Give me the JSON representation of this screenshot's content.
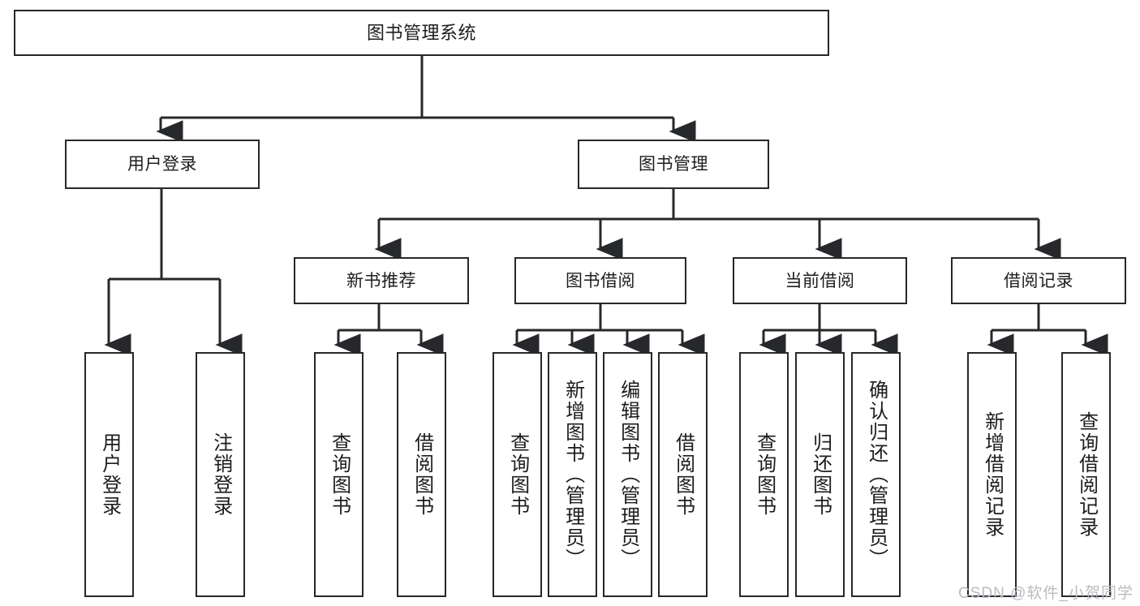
{
  "diagram": {
    "title": "图书管理系统",
    "watermark": "CSDN @软件_小贺同学",
    "stroke_color": "#26282b",
    "text_color": "#1b1d1f",
    "background": "#ffffff",
    "watermark_color": "#b9bcc0"
  },
  "nodes": {
    "root": {
      "label": "图书管理系统"
    },
    "level2": [
      {
        "label": "用户登录"
      },
      {
        "label": "图书管理"
      }
    ],
    "level3": [
      {
        "label": "新书推荐"
      },
      {
        "label": "图书借阅"
      },
      {
        "label": "当前借阅"
      },
      {
        "label": "借阅记录"
      }
    ],
    "leaves": [
      {
        "label": "用户登录"
      },
      {
        "label": "注销登录"
      },
      {
        "label": "查询图书"
      },
      {
        "label": "借阅图书"
      },
      {
        "label": "查询图书"
      },
      {
        "label": "新增图书（管理员）"
      },
      {
        "label": "编辑图书（管理员）"
      },
      {
        "label": "借阅图书"
      },
      {
        "label": "查询图书"
      },
      {
        "label": "归还图书"
      },
      {
        "label": "确认归还（管理员）"
      },
      {
        "label": "新增借阅记录"
      },
      {
        "label": "查询借阅记录"
      }
    ]
  },
  "tree": {
    "root": "图书管理系统",
    "children": [
      {
        "label": "用户登录",
        "children": [
          {
            "label": "用户登录"
          },
          {
            "label": "注销登录"
          }
        ]
      },
      {
        "label": "图书管理",
        "children": [
          {
            "label": "新书推荐",
            "children": [
              {
                "label": "查询图书"
              },
              {
                "label": "借阅图书"
              }
            ]
          },
          {
            "label": "图书借阅",
            "children": [
              {
                "label": "查询图书"
              },
              {
                "label": "新增图书（管理员）"
              },
              {
                "label": "编辑图书（管理员）"
              },
              {
                "label": "借阅图书"
              }
            ]
          },
          {
            "label": "当前借阅",
            "children": [
              {
                "label": "查询图书"
              },
              {
                "label": "归还图书"
              },
              {
                "label": "确认归还（管理员）"
              }
            ]
          },
          {
            "label": "借阅记录",
            "children": [
              {
                "label": "新增借阅记录"
              },
              {
                "label": "查询借阅记录"
              }
            ]
          }
        ]
      }
    ]
  }
}
